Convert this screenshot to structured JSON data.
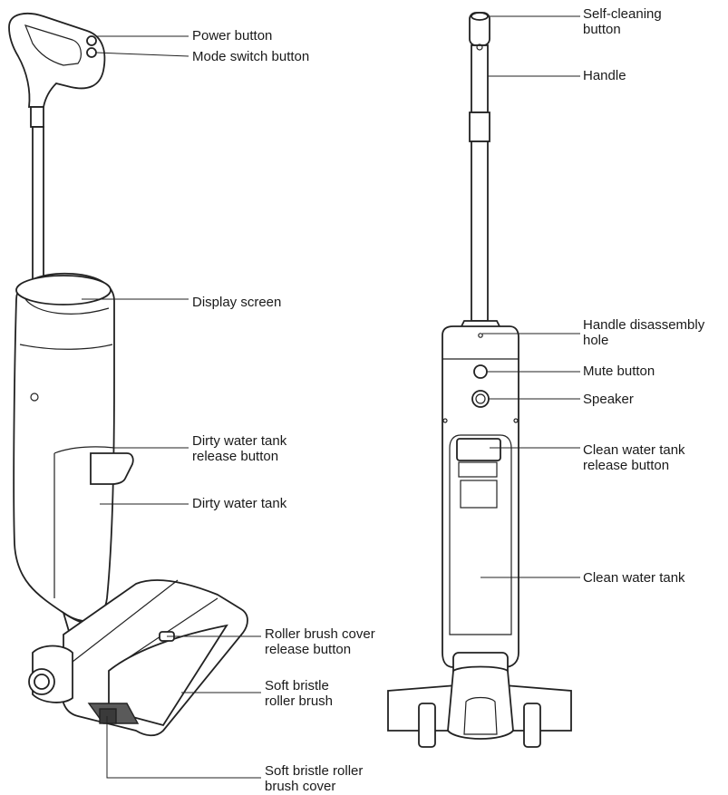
{
  "labels": {
    "left": {
      "power_button": "Power button",
      "mode_switch_button": "Mode switch button",
      "display_screen": "Display screen",
      "dirty_tank_release": [
        "Dirty water tank",
        "release button"
      ],
      "dirty_water_tank": "Dirty water tank",
      "roller_cover_release": [
        "Roller brush cover",
        "release button"
      ],
      "soft_bristle_roller": [
        "Soft bristle",
        "roller brush"
      ],
      "soft_bristle_cover": [
        "Soft bristle roller",
        "brush cover"
      ]
    },
    "right": {
      "self_cleaning_button": [
        "Self-cleaning",
        "button"
      ],
      "handle": "Handle",
      "handle_disassembly_hole": [
        "Handle disassembly",
        "hole"
      ],
      "mute_button": "Mute button",
      "speaker": "Speaker",
      "clean_tank_release": [
        "Clean water tank",
        "release button"
      ],
      "clean_water_tank": "Clean water tank"
    }
  }
}
